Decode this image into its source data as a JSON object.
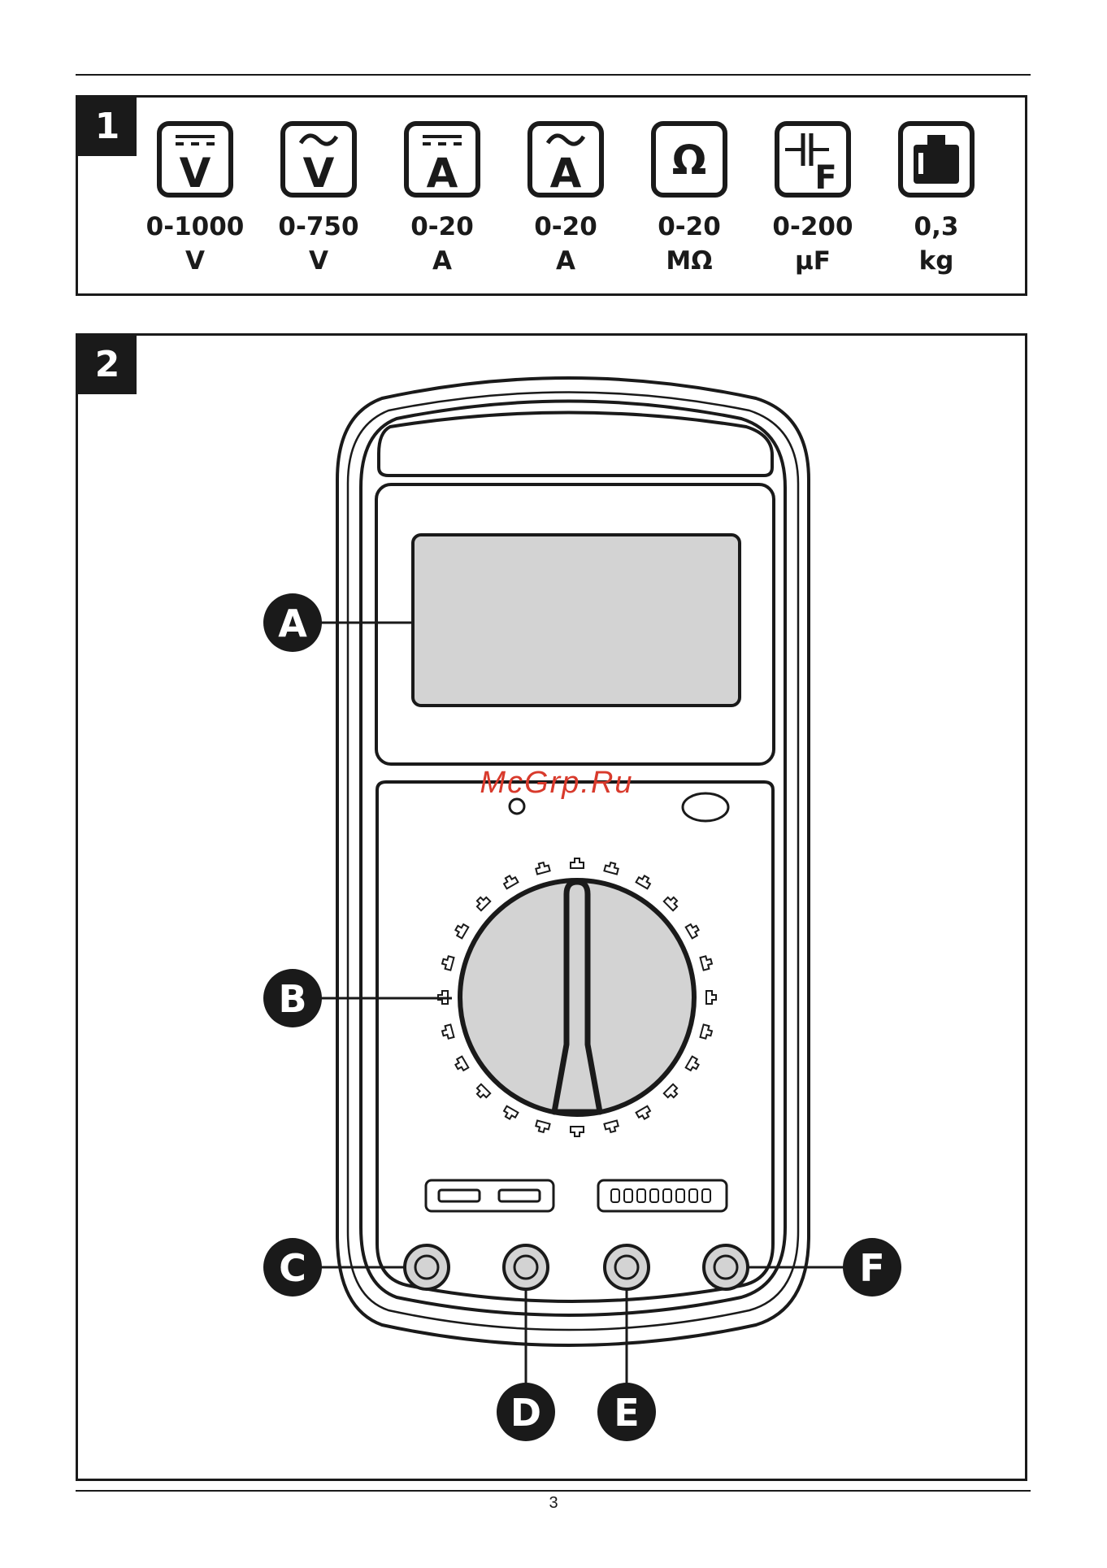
{
  "figure1": {
    "number": "1",
    "specs": [
      {
        "icon": "dc-voltage-icon",
        "range": "0-1000",
        "unit": "V"
      },
      {
        "icon": "ac-voltage-icon",
        "range": "0-750",
        "unit": "V"
      },
      {
        "icon": "dc-current-icon",
        "range": "0-20",
        "unit": "A"
      },
      {
        "icon": "ac-current-icon",
        "range": "0-20",
        "unit": "A"
      },
      {
        "icon": "resistance-icon",
        "range": "0-20",
        "unit": "MΩ"
      },
      {
        "icon": "capacitance-icon",
        "range": "0-200",
        "unit": "µF"
      },
      {
        "icon": "weight-icon",
        "range": "0,3",
        "unit": "kg"
      }
    ]
  },
  "figure2": {
    "number": "2",
    "callouts": {
      "display": "A",
      "dial": "B",
      "socket1": "C",
      "socket2": "D",
      "socket3": "E",
      "socket4": "F"
    }
  },
  "watermark": "McGrp.Ru",
  "page_number": "3",
  "colors": {
    "ink": "#1a1a1a",
    "fill": "#d3d3d3",
    "watermark": "#d83a2c"
  }
}
